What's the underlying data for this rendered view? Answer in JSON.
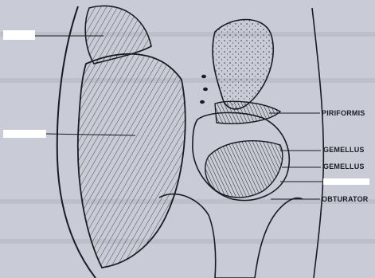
{
  "figure": {
    "background": "#c9ccd6",
    "ink": "#1b1b24",
    "mask_color": "#ffffff"
  },
  "labels": {
    "piriformis": "PIRIFORMIS",
    "gemellus_superior": "GEMELLUS",
    "gemellus_inferior": "GEMELLUS",
    "obturator": "OBTURATOR"
  },
  "hidden_label_boxes": [
    {
      "id": "gluteus-maximus-mask",
      "side": "left"
    },
    {
      "id": "gluteus-maximus-lower-mask",
      "side": "left"
    },
    {
      "id": "obturator-internus-mask",
      "side": "right"
    }
  ]
}
